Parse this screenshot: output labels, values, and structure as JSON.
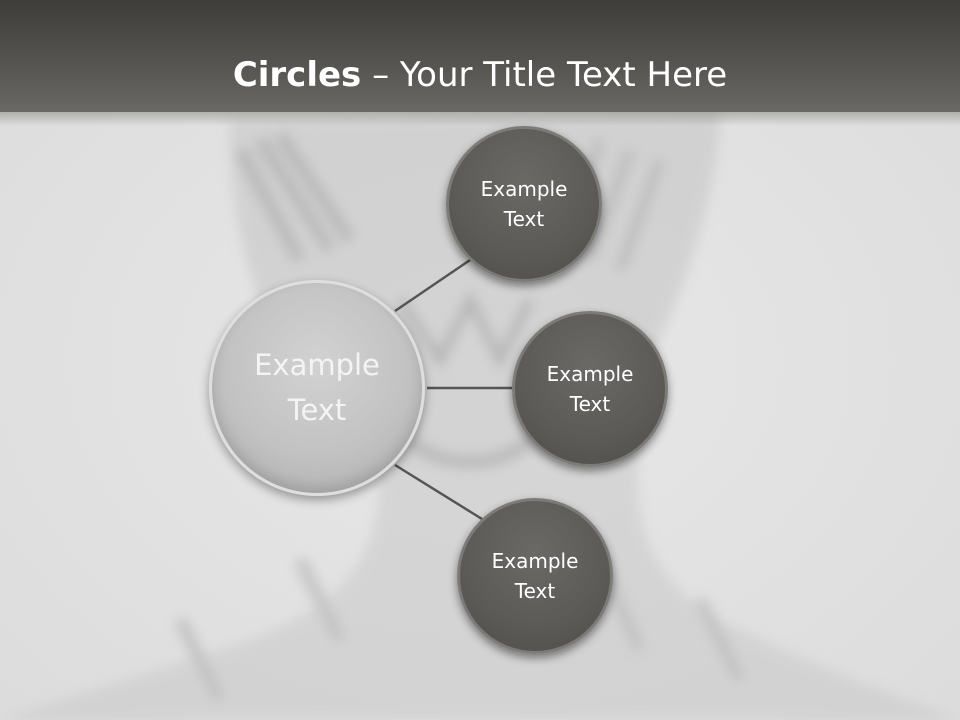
{
  "title": {
    "bold": "Circles",
    "rest": " – Your Title Text Here"
  },
  "diagram": {
    "center": {
      "label": "Example\nText"
    },
    "satellites": [
      {
        "label": "Example\nText"
      },
      {
        "label": "Example\nText"
      },
      {
        "label": "Example\nText"
      }
    ]
  },
  "colors": {
    "title_bar": "#4a4946",
    "center_fill": "#c4c4c4",
    "satellite_fill": "#5b5a57",
    "connector": "#555555",
    "background": "#e4e4e4"
  }
}
